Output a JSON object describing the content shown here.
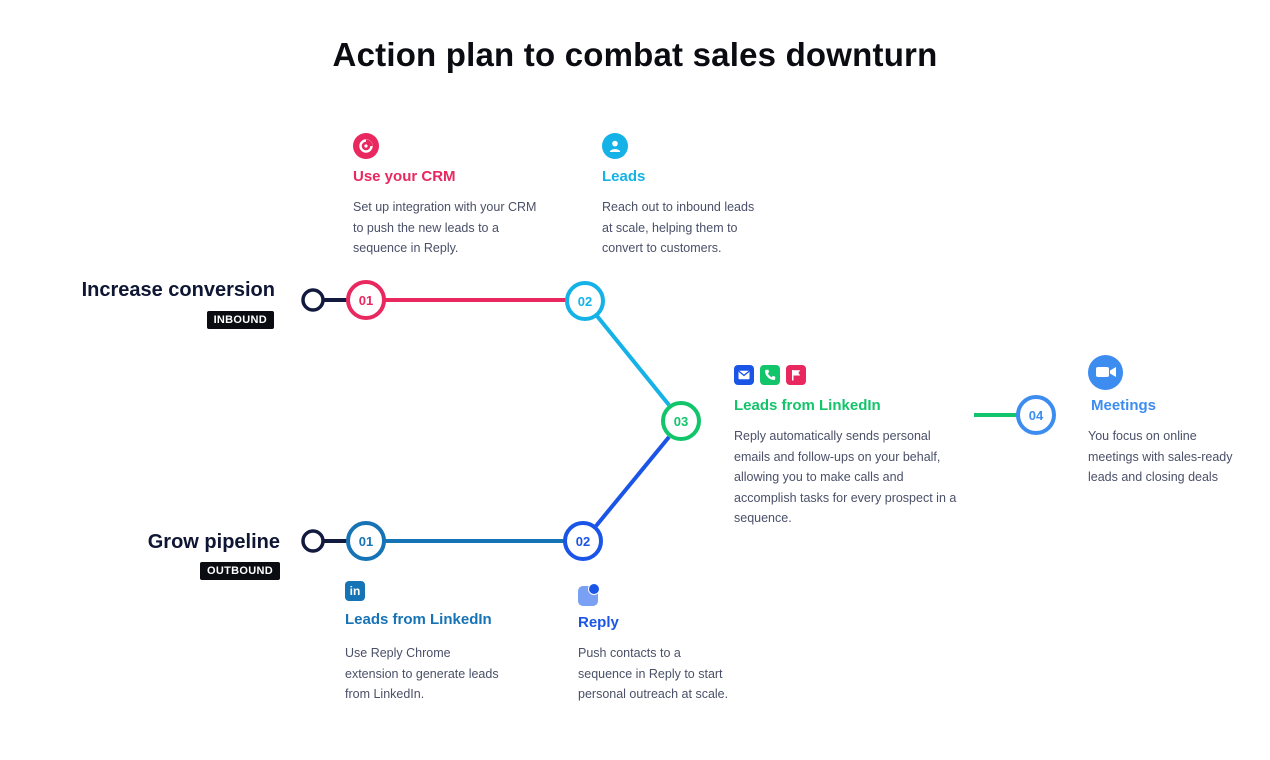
{
  "title": "Action plan to combat sales downturn",
  "colors": {
    "crm": "#e8285f",
    "leads": "#14b2e6",
    "linkedin_step": "#12c46a",
    "meetings": "#3d8cf0",
    "outbound_01": "#1673b6",
    "outbound_02": "#1a55e8",
    "dark": "#121a3e"
  },
  "tracks": {
    "inbound": {
      "label": "Increase conversion",
      "badge": "INBOUND"
    },
    "outbound": {
      "label": "Grow pipeline",
      "badge": "OUTBOUND"
    }
  },
  "nodes": {
    "in_01": "01",
    "in_02": "02",
    "shared_03": "03",
    "final_04": "04",
    "out_01": "01",
    "out_02": "02"
  },
  "cards": {
    "crm": {
      "icon": "crm-logo-icon",
      "title": "Use your CRM",
      "text": "Set up integration with your CRM to push the new leads to a sequence in Reply."
    },
    "leads": {
      "icon": "user-icon",
      "title": "Leads",
      "text": "Reach out to inbound leads at scale, helping them to convert to customers."
    },
    "leads_linkedin_step": {
      "icons": [
        "email-icon",
        "phone-icon",
        "flag-icon"
      ],
      "title": "Leads from LinkedIn",
      "text": "Reply automatically sends personal emails and follow-ups on your behalf, allowing you to make calls and accomplish tasks for every prospect in a sequence."
    },
    "meetings": {
      "icon": "video-camera-icon",
      "title": "Meetings",
      "text": "You focus on online meetings with sales-ready leads and closing deals"
    },
    "linkedin_source": {
      "icon": "linkedin-icon",
      "icon_text": "in",
      "title": "Leads from LinkedIn",
      "text": "Use Reply Chrome extension to generate leads from LinkedIn."
    },
    "reply": {
      "icon": "reply-app-icon",
      "title": "Reply",
      "text": "Push contacts to a sequence in Reply to start personal outreach at scale."
    }
  }
}
